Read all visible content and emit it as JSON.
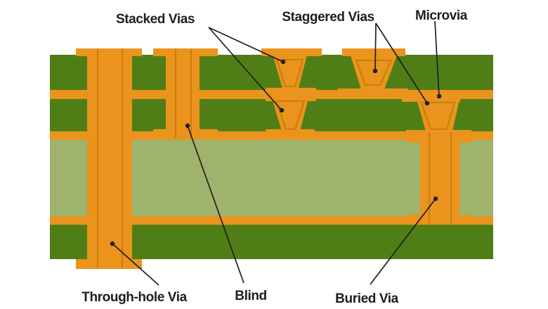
{
  "labels": {
    "stacked_vias": "Stacked Vias",
    "staggered_vias": "Staggered Vias",
    "microvia": "Microvia",
    "through_hole_via": "Through-hole Via",
    "blind": "Blind",
    "buried_via": "Buried Via"
  },
  "colors": {
    "background": "#FFFFFF",
    "copper": "#EA931D",
    "copper_dark": "#C87D0C",
    "substrate_green": "#507E16",
    "core_green": "#A0B36C",
    "annotation": "#1E1E1E"
  }
}
